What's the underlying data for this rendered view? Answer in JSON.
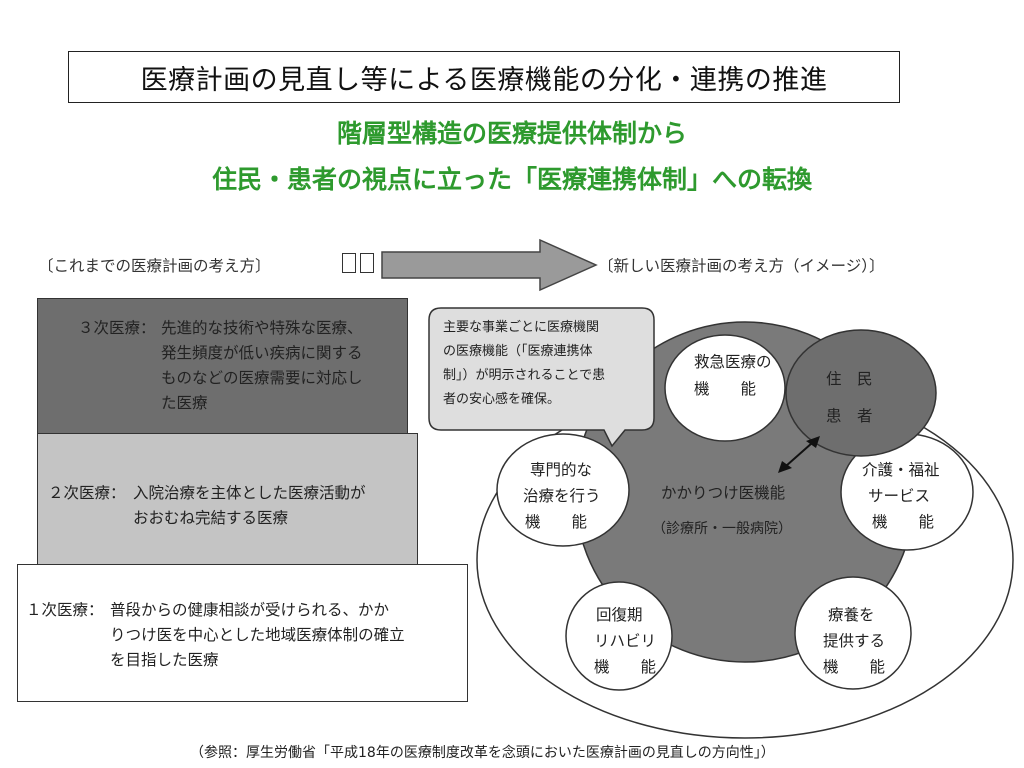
{
  "title": "医療計画の見直し等による医療機能の分化・連携の推進",
  "subtitle": {
    "line1": "階層型構造の医療提供体制から",
    "line2": "住民・患者の視点に立った「医療連携体制」への転換"
  },
  "arrow": {
    "old_label": "〔これまでの医療計画の考え方〕",
    "new_label": "〔新しい医療計画の考え方（イメージ）〕"
  },
  "tiers": {
    "tertiary": {
      "lead": "３次医療：",
      "lines": [
        "先進的な技術や特殊な医療、",
        "発生頻度が低い疾病に関する",
        "ものなどの医療需要に対応し",
        "た医療"
      ]
    },
    "secondary": {
      "lead": "２次医療：",
      "lines": [
        "入院治療を主体とした医療活動が",
        "おおむね完結する医療"
      ]
    },
    "primary": {
      "lead": "１次医療：",
      "lines": [
        "普段からの健康相談が受けられる、かか",
        "りつけ医を中心とした地域医療体制の確立",
        "を目指した医療"
      ]
    }
  },
  "bubble": {
    "lines": [
      "主要な事業ごとに医療機関",
      "の医療機能（「医療連携体",
      "制」）が明示されることで患",
      "者の安心感を確保。"
    ]
  },
  "center": {
    "line1": "かかりつけ医機能",
    "line2": "（診療所・一般病院）"
  },
  "resident": {
    "line1": "住　民",
    "line2": "患　者"
  },
  "functions": {
    "emergency": [
      "救急医療の",
      "機　　能"
    ],
    "specialist": [
      "専門的な",
      "治療を行う",
      "機　　能"
    ],
    "welfare": [
      "介護・福祉",
      "サービス",
      "機　　能"
    ],
    "rehab": [
      "回復期",
      "リハビリ",
      "機　　能"
    ],
    "care": [
      "療養を",
      "提供する",
      "機　　能"
    ]
  },
  "footnote": "（参照：厚生労働省「平成18年の医療制度改革を念頭においた医療計画の見直しの方向性」）"
}
